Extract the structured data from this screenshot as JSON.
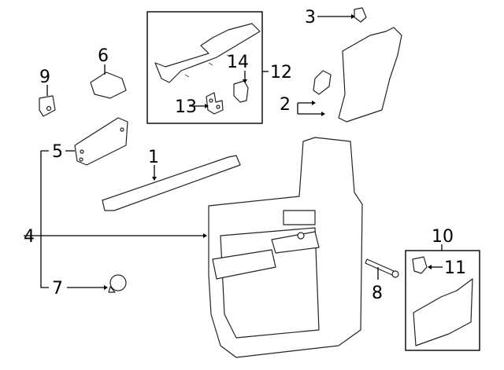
{
  "diagram": {
    "type": "exploded parts diagram",
    "subject": "rear door interior trim panel",
    "callouts": [
      {
        "id": "1",
        "label": "1",
        "part": "armrest/pull strip"
      },
      {
        "id": "2",
        "label": "2",
        "part": "upper trim bracket"
      },
      {
        "id": "3",
        "label": "3",
        "part": "clip"
      },
      {
        "id": "4",
        "label": "4",
        "part": "door trim panel"
      },
      {
        "id": "5",
        "label": "5",
        "part": "bracket"
      },
      {
        "id": "6",
        "label": "6",
        "part": "bracket"
      },
      {
        "id": "7",
        "label": "7",
        "part": "push pin retainer"
      },
      {
        "id": "8",
        "label": "8",
        "part": "bolt"
      },
      {
        "id": "9",
        "label": "9",
        "part": "nut clip"
      },
      {
        "id": "10",
        "label": "10",
        "part": "map pocket assembly"
      },
      {
        "id": "11",
        "label": "11",
        "part": "clip"
      },
      {
        "id": "12",
        "label": "12",
        "part": "armrest trim assembly"
      },
      {
        "id": "13",
        "label": "13",
        "part": "clip"
      },
      {
        "id": "14",
        "label": "14",
        "part": "clip"
      }
    ]
  }
}
